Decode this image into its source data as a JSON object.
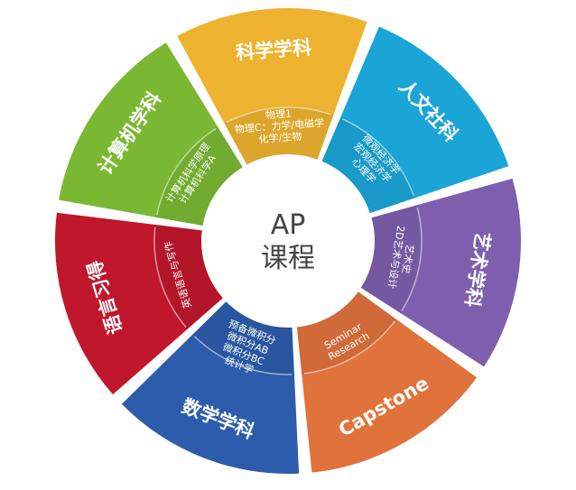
{
  "center": {
    "line1": "AP",
    "line2": "课程"
  },
  "segments": [
    {
      "id": "science",
      "color": "#EDB22F",
      "title": "科学学科",
      "courses": [
        "物理1",
        "物理C：力学/电磁学",
        "化学/生物"
      ]
    },
    {
      "id": "humanities",
      "color": "#1BA4D6",
      "title": "人文社科",
      "courses": [
        "微观经济学",
        "宏观经济学",
        "心理学"
      ]
    },
    {
      "id": "arts",
      "color": "#7E5FAE",
      "title": "艺术学科",
      "courses": [
        "艺术史",
        "2D艺术与设计"
      ]
    },
    {
      "id": "capstone",
      "color": "#E0723C",
      "title": "Capstone",
      "courses": [
        "Seminar",
        "Research"
      ]
    },
    {
      "id": "math",
      "color": "#2C5CAB",
      "title": "数学学科",
      "courses": [
        "预备微积分",
        "微积分AB",
        "微积分BC",
        "统计学"
      ]
    },
    {
      "id": "language",
      "color": "#C0172C",
      "title": "语言习得",
      "courses": [
        "英语语言与写作"
      ]
    },
    {
      "id": "cs",
      "color": "#7AB833",
      "title": "计算机学科",
      "courses": [
        "计算机科学原理",
        "计算机科学A"
      ]
    }
  ]
}
